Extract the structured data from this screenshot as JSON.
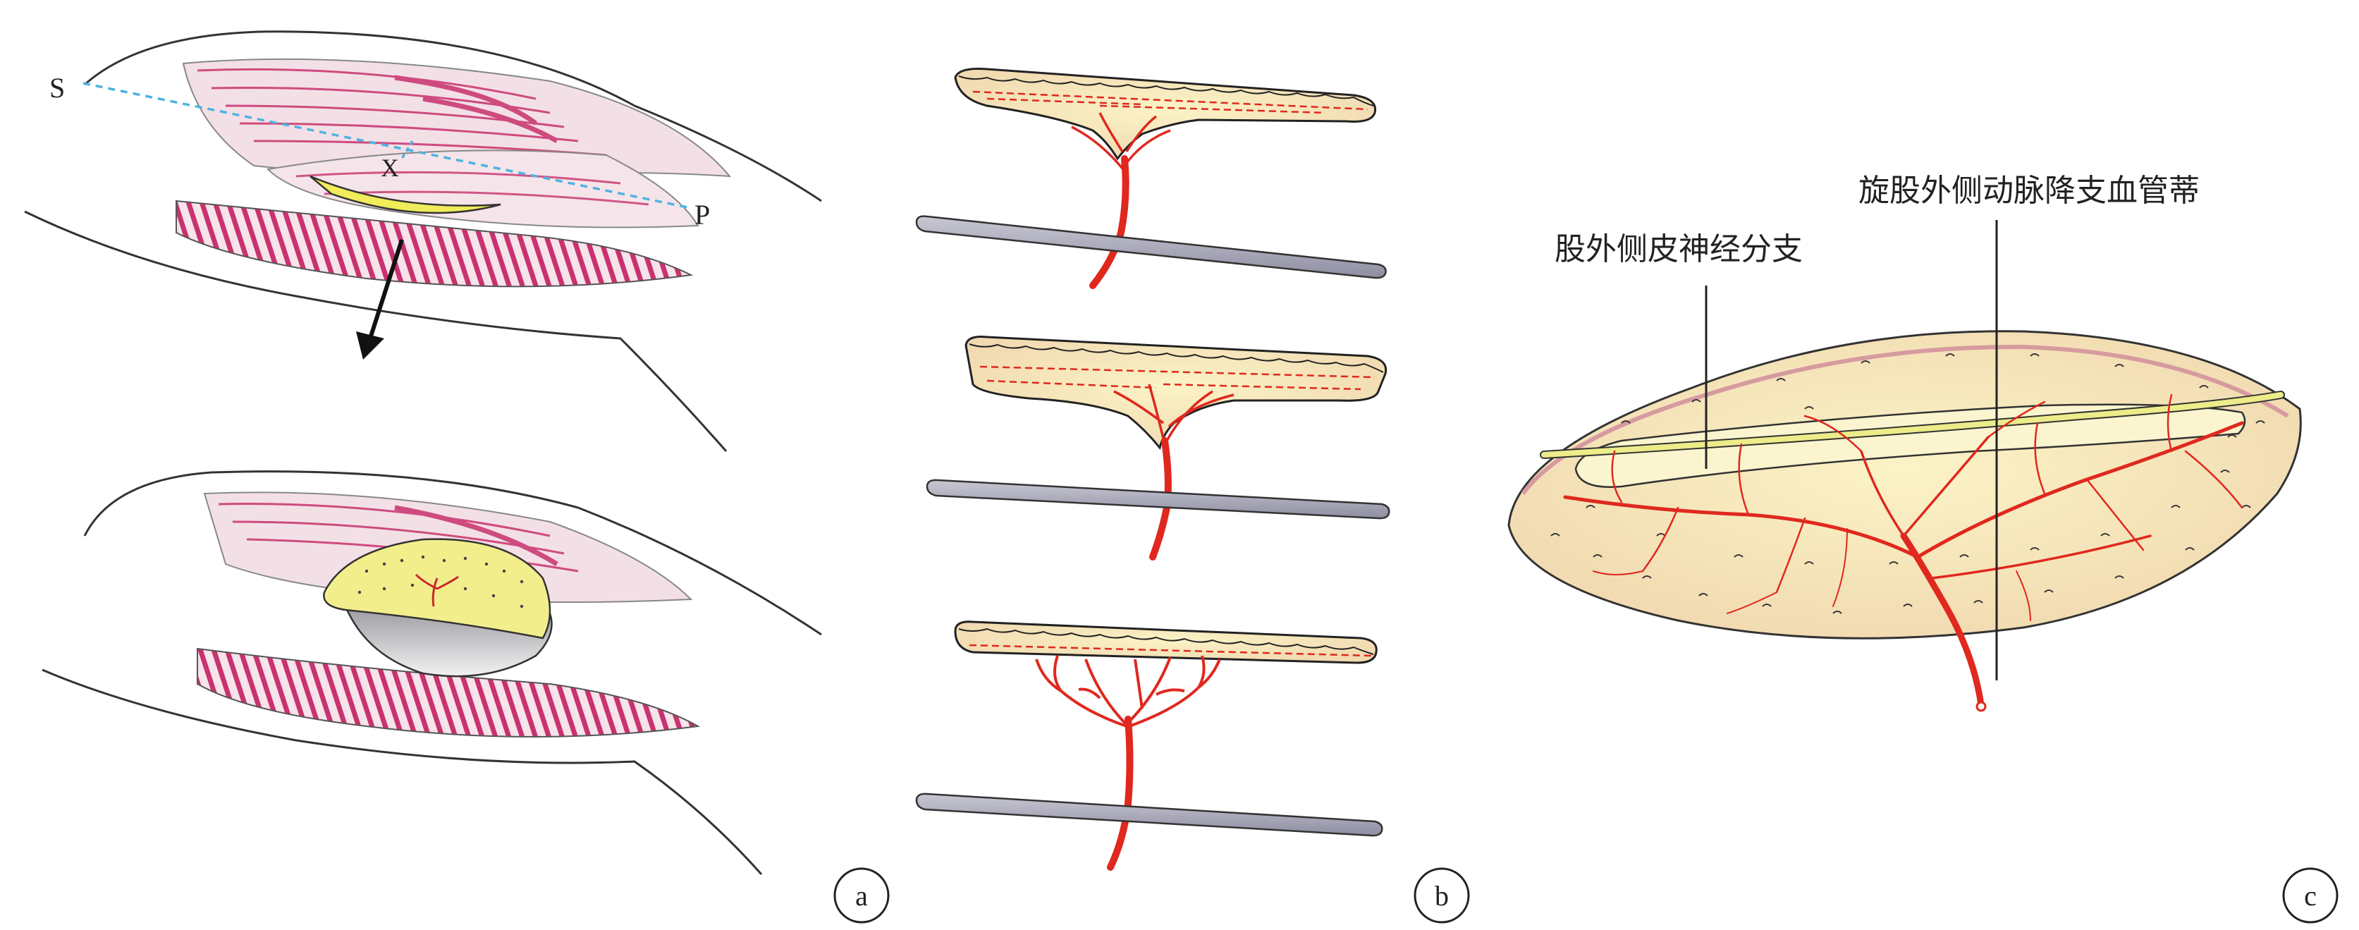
{
  "panel_a": {
    "point_s": "S",
    "point_x": "X",
    "point_p": "P",
    "badge": "a"
  },
  "panel_b": {
    "badge": "b"
  },
  "panel_c": {
    "label_artery": "旋股外侧动脉降支血管蒂",
    "label_nerve": "股外侧皮神经分支",
    "badge": "c"
  },
  "colors": {
    "muscle": "#c8326e",
    "fat": "#f3e9a6",
    "skin_pink": "#f4c9c0",
    "vessel": "#e0281e",
    "fascia_grey": "#a8a8b8",
    "nerve_yellow": "#ecec8a",
    "dashed_line": "#4fb3e0"
  }
}
